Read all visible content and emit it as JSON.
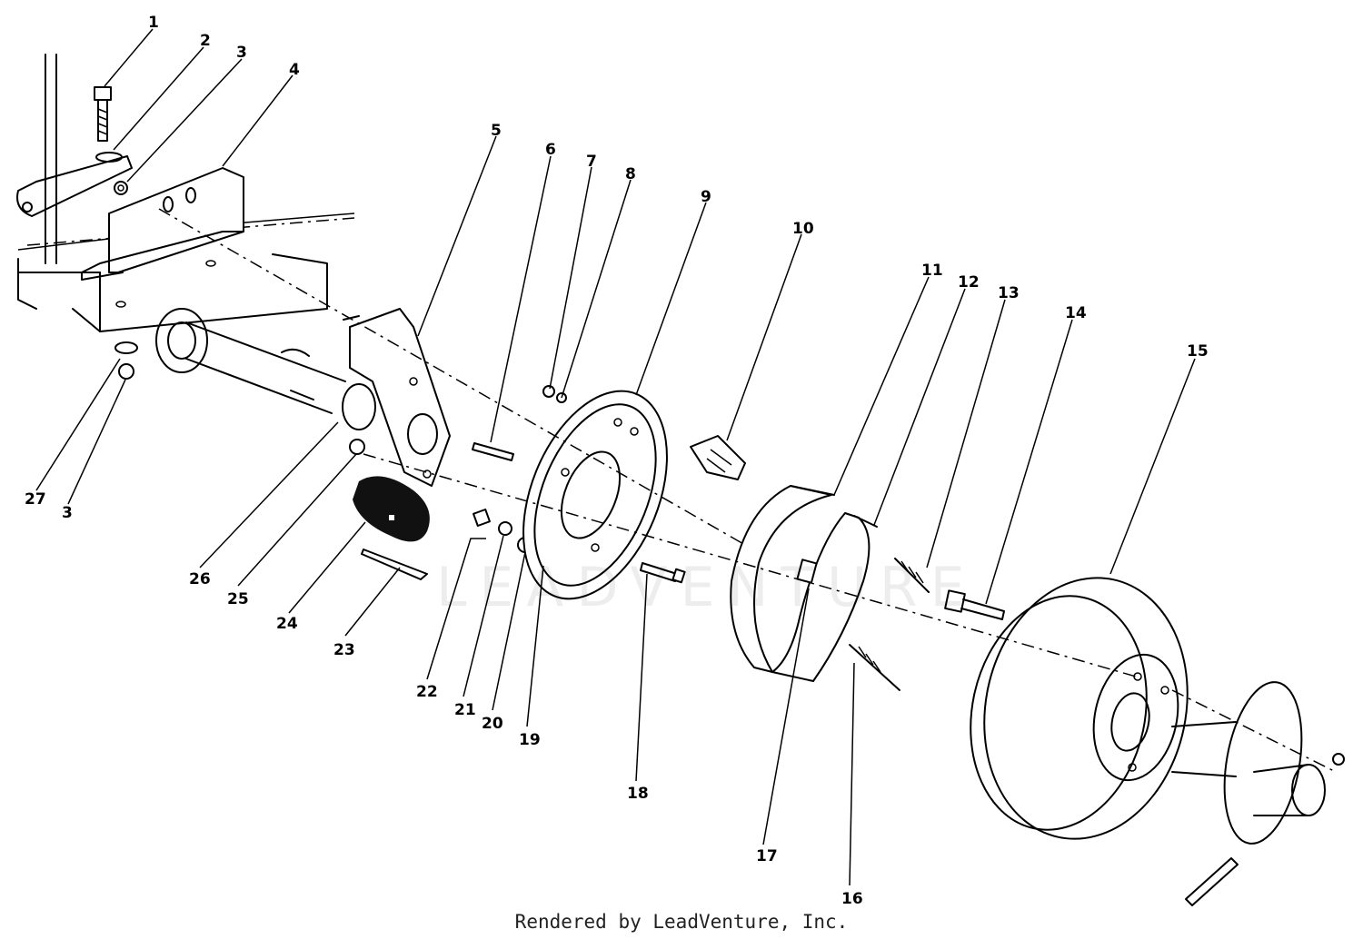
{
  "diagram": {
    "callouts": [
      "1",
      "2",
      "3",
      "4",
      "5",
      "6",
      "7",
      "8",
      "9",
      "10",
      "11",
      "12",
      "13",
      "14",
      "15",
      "16",
      "17",
      "18",
      "19",
      "20",
      "21",
      "22",
      "23",
      "24",
      "25",
      "26",
      "27",
      "3"
    ],
    "watermark_text": "LEADVENTURE",
    "credit": "Rendered by LeadVenture, Inc."
  }
}
